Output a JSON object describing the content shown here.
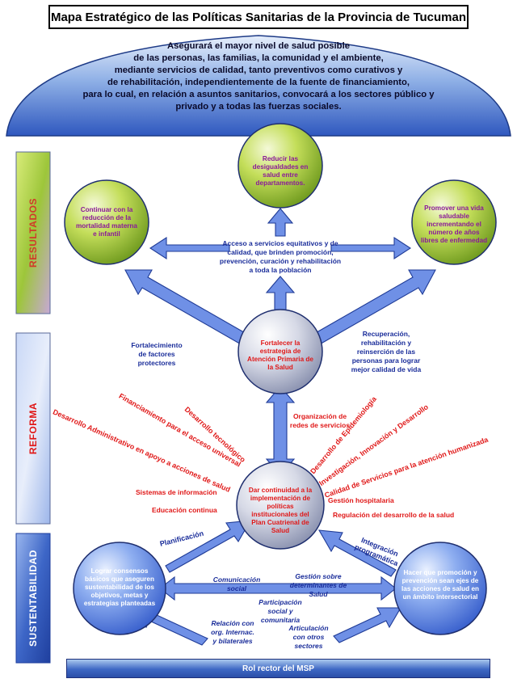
{
  "title": "Mapa Estratégico de las Políticas Sanitarias de la Provincia de Tucuman",
  "mission_lines": [
    "Asegurará el mayor nivel de salud posible",
    "de las personas, las familias, la comunidad y el ambiente,",
    "mediante servicios de calidad, tanto preventivos como curativos y",
    "de rehabilitación, independientemente de la fuente de financiamiento,",
    "para lo cual, en relación a asuntos sanitarios, convocará a los sectores público y",
    "privado y a todas las fuerzas sociales."
  ],
  "sections": {
    "resultados": "RESULTADOS",
    "reforma": "REFORMA",
    "sustentabilidad": "SUSTENTABILIDAD"
  },
  "circles": {
    "top": "Reducir las desigualdades en salud entre departamentos.",
    "left": "Continuar con la reducción de la mortalidad materna e infantil",
    "right": "Promover una vida saludable incrementando el número de años libres de enfermedad",
    "center": "Fortalecer la estrategia de Atención Primaria de la Salud",
    "lower_center": "Dar continuidad a la implementación de políticas institucionales del Plan Cuatrienal de Salud",
    "bottom_left": "Lograr consensos básicos que aseguren sustentabilidad de los objetivos, metas y estrategias planteadas",
    "bottom_right": "Hacer que promoción y prevención sean ejes de las acciones de salud en un ámbito intersectorial"
  },
  "labels": {
    "access": "Acceso a servicios equitativos y de calidad, que brinden promoción, prevención, curación y rehabilitación a toda la población",
    "protective": "Fortalecimiento de factores protectores",
    "recovery": "Recuperación, rehabilitación y reinserción de las personas para lograr mejor calidad de vida",
    "network": "Organización de redes de servicios",
    "planning": "Planificación",
    "integration": "Integración programática",
    "communication": "Comunicación social",
    "determinants": "Gestión sobre determinantes de Salud",
    "participation": "Participación social y comunitaria",
    "relations": "Relación con org. Internac. y bilaterales",
    "articulation": "Articulación con otros sectores"
  },
  "reform_left": {
    "admin": "Desarrollo Administrativo en apoyo a acciones de salud",
    "financing": "Financiamiento para el acceso universal",
    "tech": "Desarrollo tecnológico",
    "info": "Sistemas de información",
    "education": "Educación continua"
  },
  "reform_right": {
    "epidemiology": "Desarrollo de Epidemiología",
    "research": "Investigación, Innovación y Desarrollo",
    "quality": "Calidad de Servicios para la atención humanizada",
    "hospital": "Gestión hospitalaria",
    "regulation": "Regulación del desarrollo de la salud"
  },
  "footer": "Rol rector del MSP"
}
